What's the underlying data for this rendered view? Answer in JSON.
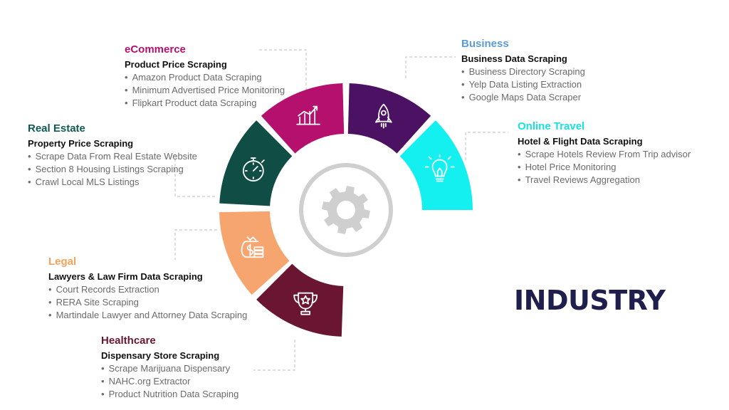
{
  "title": "INDUSTRY",
  "colors": {
    "ecommerce": "#b5106e",
    "business": "#4b1163",
    "online_travel": "#14f0f0",
    "real_estate": "#0f4d45",
    "legal": "#f6a56f",
    "healthcare": "#6a1532",
    "business_label": "#5b9bd5",
    "online_travel_label": "#17e1e1",
    "real_estate_label": "#0f5a52",
    "legal_label": "#f5a15a",
    "healthcare_label": "#6a1532",
    "ecommerce_label": "#b5106e",
    "title": "#1f1f4d",
    "gear": "#cfcfcf"
  },
  "segments": [
    {
      "key": "ecommerce",
      "icon": "bar-chart-icon"
    },
    {
      "key": "business",
      "icon": "rocket-icon"
    },
    {
      "key": "online_travel",
      "icon": "lightbulb-icon"
    },
    {
      "key": "real_estate",
      "icon": "stopwatch-icon"
    },
    {
      "key": "legal",
      "icon": "money-bag-icon"
    },
    {
      "key": "healthcare",
      "icon": "trophy-icon"
    }
  ],
  "center_icon": "gear-icon",
  "ecommerce": {
    "category": "eCommerce",
    "subtitle": "Product Price Scraping",
    "items": [
      "Amazon Product Data Scraping",
      "Minimum Advertised Price Monitoring",
      "Flipkart Product data Scraping"
    ]
  },
  "business": {
    "category": "Business",
    "subtitle": "Business Data Scraping",
    "items": [
      "Business Directory Scraping",
      "Yelp Data Listing Extraction",
      "Google Maps Data Scraper"
    ]
  },
  "online_travel": {
    "category": "Online Travel",
    "subtitle": "Hotel & Flight Data Scraping",
    "items": [
      "Scrape Hotels Review From Trip advisor",
      "Hotel Price Monitoring",
      "Travel Reviews Aggregation"
    ]
  },
  "real_estate": {
    "category": "Real Estate",
    "subtitle": "Property Price Scraping",
    "items": [
      "Scrape Data From Real Estate Website",
      "Section 8 Housing Listings Scraping",
      "Crawl Local MLS Listings"
    ]
  },
  "legal": {
    "category": "Legal",
    "subtitle": "Lawyers & Law Firm Data Scraping",
    "items": [
      "Court Records Extraction",
      "RERA Site Scraping",
      "Martindale Lawyer and Attorney Data Scraping"
    ]
  },
  "healthcare": {
    "category": "Healthcare",
    "subtitle": "Dispensary Store Scraping",
    "items": [
      "Scrape Marijuana Dispensary",
      "NAHC.org Extractor",
      "Product Nutrition Data Scraping"
    ]
  }
}
